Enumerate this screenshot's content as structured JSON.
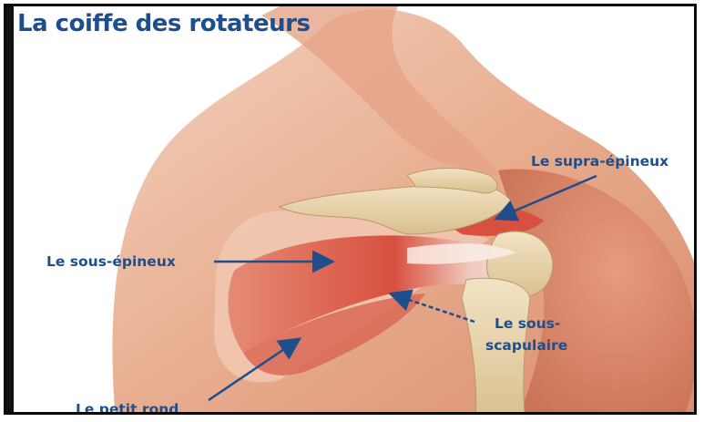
{
  "title": "La coiffe des rotateurs",
  "labels": {
    "supra": "Le supra-épineux",
    "sous_epineux": "Le sous-épineux",
    "sous_scap_1": "Le sous-",
    "sous_scap_2": "scapulaire",
    "petit_rond": "Le petit rond"
  },
  "colors": {
    "label_text": "#1f4e8c",
    "arrow": "#1f4e8c",
    "frame": "#0a0a0a",
    "skin": "#e9b79c",
    "muscle": "#d8503f",
    "bone": "#ead7b1"
  }
}
